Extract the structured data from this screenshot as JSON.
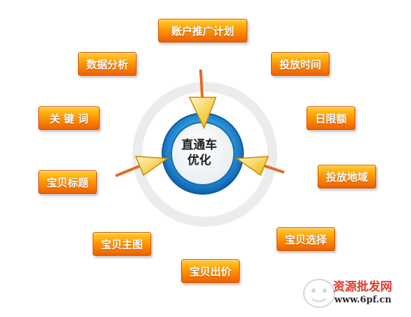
{
  "center": {
    "line1": "直通车",
    "line2": "优化"
  },
  "items": [
    {
      "label": "账户推广计划"
    },
    {
      "label": "数据分析"
    },
    {
      "label": "投放时间"
    },
    {
      "label": "关 键 词"
    },
    {
      "label": "日限额"
    },
    {
      "label": "宝贝标题"
    },
    {
      "label": "投放地域"
    },
    {
      "label": "宝贝主图"
    },
    {
      "label": "宝贝选择"
    },
    {
      "label": "宝贝出价"
    }
  ],
  "watermark": {
    "title": "资源批发网",
    "url": "www.6pf.cn"
  },
  "colors": {
    "box_top": "#ffcf33",
    "box_bottom": "#f06000",
    "ring": "#1a8fd6",
    "ring_light": "#7fd0f5",
    "arrow": "#f0a800"
  }
}
